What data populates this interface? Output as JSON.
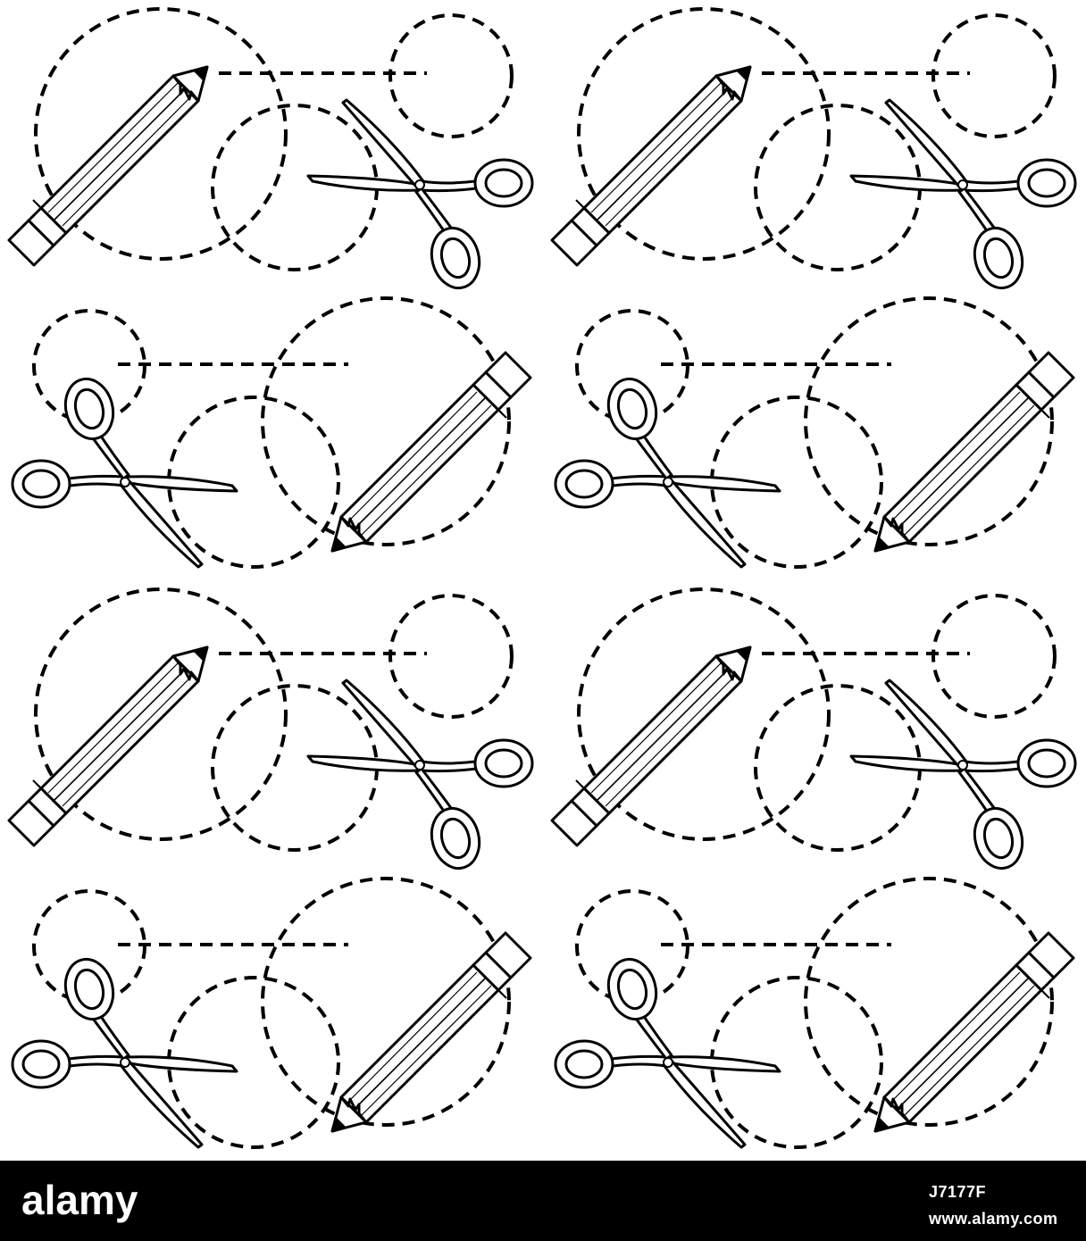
{
  "colors": {
    "ink": "#000000",
    "paper": "#ffffff",
    "footer_background": "#000000",
    "footer_text": "#ffffff"
  },
  "pattern": {
    "description_name": "pencil-and-scissors-seamless-pattern",
    "motifs": [
      "pencil-icon",
      "scissors-icon",
      "dashed-circle",
      "dashed-line"
    ],
    "layout": {
      "columns": 2,
      "rows": 4
    }
  },
  "footer": {
    "logo_text": "alamy",
    "image_id": "J7177F",
    "url": "www.alamy.com"
  }
}
